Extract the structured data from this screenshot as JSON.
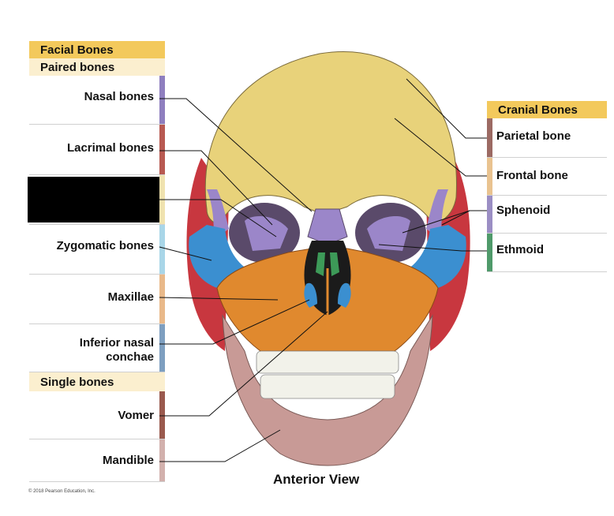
{
  "left_panel": {
    "title": "Facial Bones",
    "subtitle_paired": "Paired bones",
    "subtitle_single": "Single bones",
    "paired_labels": [
      {
        "text": "Nasal bones",
        "color": "#8f7fbf"
      },
      {
        "text": "Lacrimal bones",
        "color": "#b85a52"
      },
      {
        "text": "",
        "color": "#f0e3b0",
        "redacted": true
      },
      {
        "text": "Zygomatic bones",
        "color": "#a9d6e8"
      },
      {
        "text": "Maxillae",
        "color": "#e9b98a"
      },
      {
        "text": "Inferior nasal",
        "text2": "conchae",
        "color": "#7e9fc0"
      }
    ],
    "single_labels": [
      {
        "text": "Vomer",
        "color": "#9a5a4e"
      },
      {
        "text": "Mandible",
        "color": "#d2b1ad"
      }
    ]
  },
  "right_panel": {
    "title": "Cranial Bones",
    "labels": [
      {
        "text": "Parietal bone",
        "color": "#9c6a63"
      },
      {
        "text": "Frontal bone",
        "color": "#e9c390"
      },
      {
        "text": "Sphenoid",
        "color": "#9b8ec4"
      },
      {
        "text": "Ethmoid",
        "color": "#4f9a6a"
      }
    ]
  },
  "colors": {
    "header_gold": "#f3c95c",
    "subheader_cream": "#fbefcf",
    "frontal": "#e8d27a",
    "parietal": "#c8373f",
    "sphenoid": "#9b86c9",
    "zygomatic": "#3b8fd0",
    "maxilla": "#e0892e",
    "mandible": "#c89a96",
    "ethmoid": "#3d9a58"
  },
  "view_caption": "Anterior View",
  "copyright": "© 2018 Pearson Education, Inc."
}
